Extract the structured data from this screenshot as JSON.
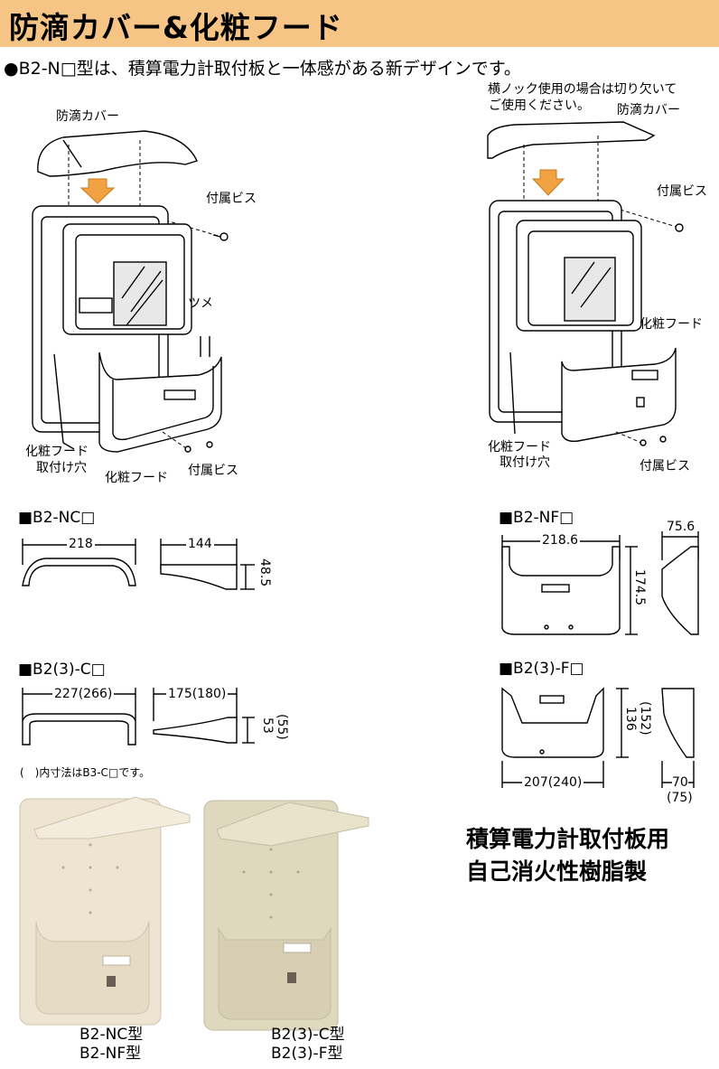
{
  "header": {
    "title": "防滴カバー&化粧フード"
  },
  "intro": {
    "text": "●B2-N□型は、積算電力計取付板と一体感がある新デザインです。"
  },
  "left_diagram": {
    "label_cover": "防滴カバー",
    "label_screw_top": "付属ビス",
    "label_tab": "ツメ",
    "label_hood_hole_l1": "化粧フード",
    "label_hood_hole_l2": "取付け穴",
    "label_hood": "化粧フード",
    "label_screw_bottom": "付属ビス"
  },
  "right_diagram": {
    "note_l1": "横ノック使用の場合は切り欠いて",
    "note_l2": "ご使用ください。",
    "label_cover": "防滴カバー",
    "label_screw_top": "付属ビス",
    "label_hood": "化粧フード",
    "label_hood_hole_l1": "化粧フード",
    "label_hood_hole_l2": "取付け穴",
    "label_screw_bottom": "付属ビス"
  },
  "specs": {
    "b2nc": {
      "model": "■B2-NC□",
      "width": "218",
      "depth": "144",
      "height": "48.5"
    },
    "b23c": {
      "model": "■B2(3)-C□",
      "width": "227(266)",
      "depth": "175(180)",
      "height_l1": "53",
      "height_l2": "(55)",
      "note": "(　)内寸法はB3-C□です。"
    },
    "b2nf": {
      "model": "■B2-NF□",
      "width": "218.6",
      "height": "174.5",
      "depth": "75.6"
    },
    "b23f": {
      "model": "■B2(3)-F□",
      "width": "207(240)",
      "height_l1": "136",
      "height_l2": "(152)",
      "depth_l1": "70",
      "depth_l2": "(75)"
    }
  },
  "features": {
    "line1": "積算電力計取付板用",
    "line2": "自己消火性樹脂製"
  },
  "photos": {
    "left_cap_l1": "B2-NC型",
    "left_cap_l2": "B2-NF型",
    "right_cap_l1": "B2(3)-C型",
    "right_cap_l2": "B2(3)-F型",
    "color_left": "#ede4d1",
    "color_right": "#ded8bf"
  },
  "colors": {
    "title_bg": "#f6c484",
    "arrow": "#f1a243"
  }
}
